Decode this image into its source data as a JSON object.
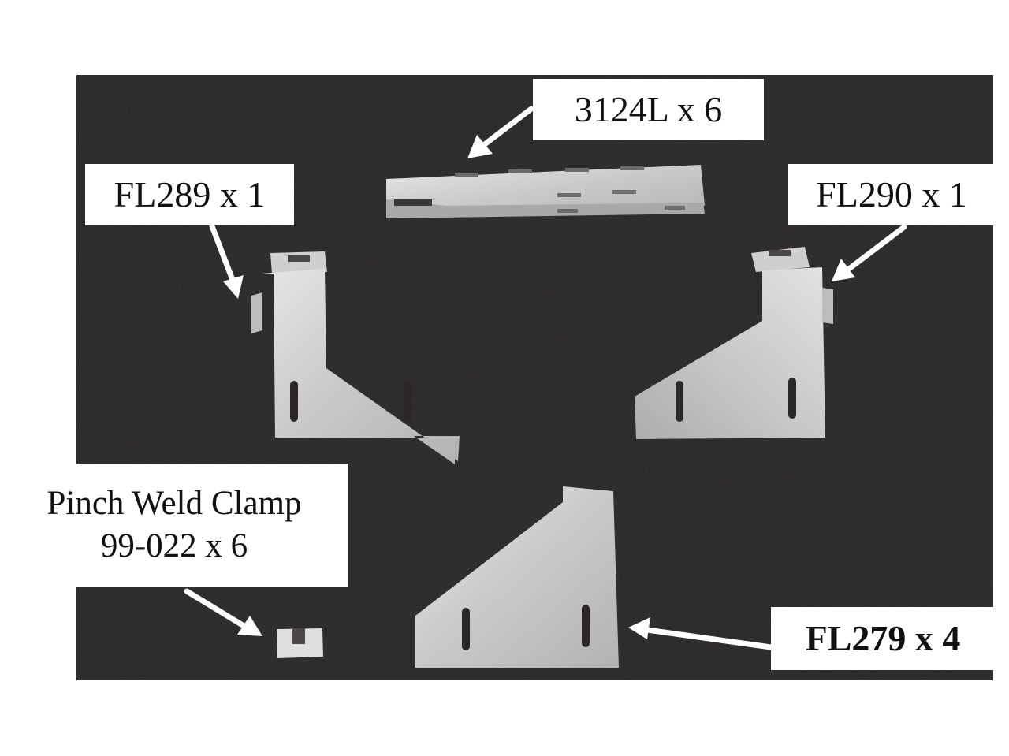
{
  "labels": {
    "part_3124l": "3124L x 6",
    "part_fl289": "FL289 x 1",
    "part_fl290": "FL290 x 1",
    "pinch_line1": "Pinch Weld Clamp",
    "pinch_line2": "99-022 x 6",
    "part_fl279": "FL279 x 4"
  },
  "colors": {
    "background": "#ffffff",
    "photo_background": "#221f22",
    "metal": "#d2d2d0",
    "metal_shade": "#9a9a98",
    "label_text": "#111111",
    "arrow": "#ffffff"
  }
}
